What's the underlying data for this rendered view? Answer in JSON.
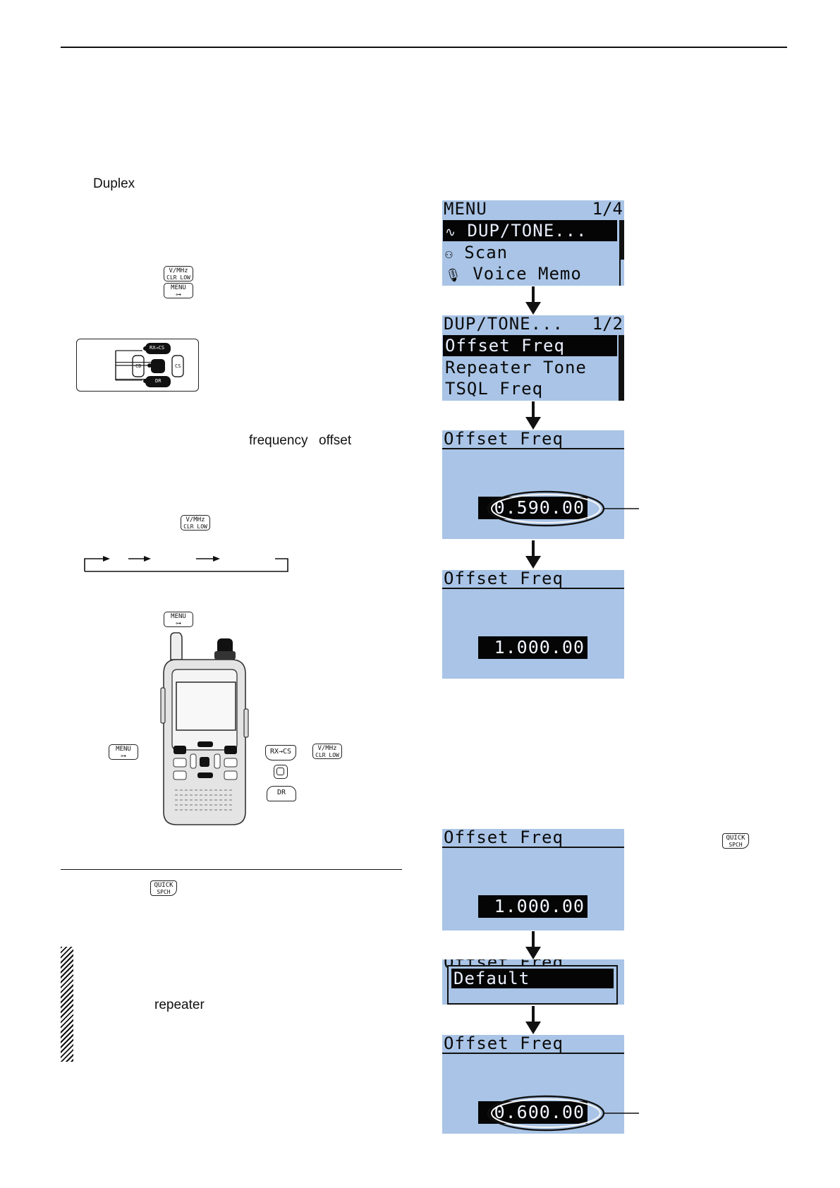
{
  "body_text": {
    "duplex": "Duplex",
    "frequency": "frequency",
    "offset": "offset",
    "repeater": "repeater"
  },
  "keys": {
    "vmhz": {
      "line1": "V/MHz",
      "line2": "CLR LOW"
    },
    "menu": {
      "line1": "MENU",
      "line2": "⊶"
    },
    "quick": {
      "line1": "QUICK",
      "line2": "SPCH"
    },
    "rxcs": "RX→CS",
    "dr": "DR"
  },
  "joystick": {
    "rxcs": "RX→CS",
    "cs": "CS",
    "cd": "CD",
    "dr": "DR"
  },
  "screens": {
    "menu": {
      "title": "MENU",
      "page": "1/4",
      "items": [
        "DUP/TONE...",
        "Scan",
        "Voice Memo"
      ],
      "icons": [
        "duplex-icon",
        "binoculars-icon",
        "microphone-icon"
      ]
    },
    "dup_tone": {
      "title": "DUP/TONE...",
      "page": "1/2",
      "items": [
        "Offset Freq",
        "Repeater Tone",
        "TSQL Freq"
      ]
    },
    "offset_1": {
      "title": "Offset Freq",
      "value": "0.590.00"
    },
    "offset_2": {
      "title": "Offset Freq",
      "value": "1.000.00"
    },
    "offset_3": {
      "title": "Offset Freq",
      "value": "1.000.00"
    },
    "default_popup": {
      "title": "Offset Freq",
      "item": "Default"
    },
    "offset_4": {
      "title": "Offset Freq",
      "value": "0.600.00"
    }
  }
}
